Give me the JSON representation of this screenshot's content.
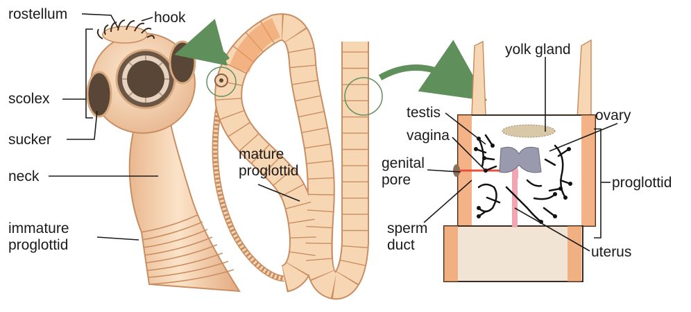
{
  "diagram": {
    "labels": {
      "rostellum": "rostellum",
      "hook": "hook",
      "scolex": "scolex",
      "sucker": "sucker",
      "neck": "neck",
      "immature_proglottid": [
        "immature",
        "proglottid"
      ],
      "mature_proglottid": [
        "mature",
        "proglottid"
      ],
      "yolk_gland": "yolk gland",
      "testis": "testis",
      "ovary": "ovary",
      "vagina": "vagina",
      "genital_pore": [
        "genital",
        "pore"
      ],
      "proglottid": "proglottid",
      "sperm_duct": [
        "sperm",
        "duct"
      ],
      "uterus": "uterus"
    },
    "colors": {
      "segment_fill": "#f7d6b4",
      "segment_edge": "#c98d62",
      "segment_band": "#ef9a5f",
      "sucker_dark": "#5a4636",
      "arrow_green": "#5f8f5a",
      "vagina_red": "#e8503a",
      "uterus_pink": "#f2a6b4",
      "ovary_gray": "#9a9aae",
      "yolk_tan": "#d8c8a8",
      "line": "#1a1a1a"
    }
  }
}
